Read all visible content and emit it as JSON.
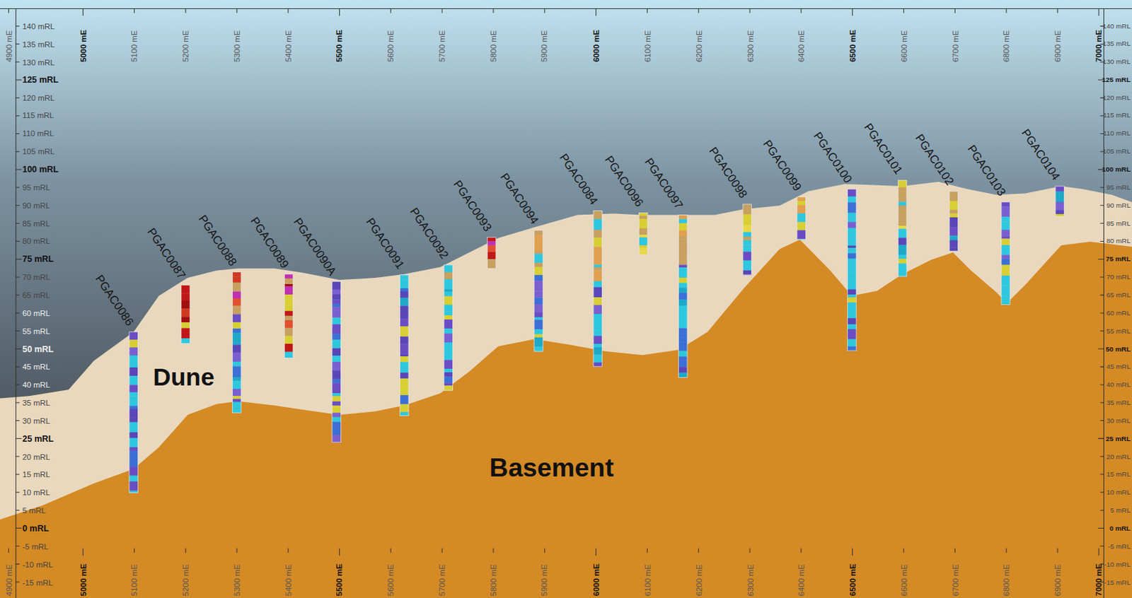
{
  "diagram": {
    "labels": [
      "4900 mE",
      "5000 mE",
      "5100 mE",
      "5200 mE",
      "5300 mE",
      "5400 mE",
      "5500 mE",
      "5600 mE",
      "5700 mE",
      "5800 mE",
      "5900 mE",
      "6000 mE",
      "6100 mE",
      "6200 mE",
      "6300 mE",
      "6400 mE",
      "6500 mE",
      "6600 mE",
      "6700 mE",
      "6800 mE",
      "6900 mE",
      "7000 mE",
      "140 mRL",
      "135 mRL",
      "130 mRL",
      "125 mRL",
      "120 mRL",
      "115 mRL",
      "110 mRL",
      "105 mRL",
      "100 mRL",
      "95 mRL",
      "90 mRL",
      "85 mRL",
      "80 mRL",
      "75 mRL",
      "70 mRL",
      "65 mRL",
      "60 mRL",
      "55 mRL",
      "50 mRL",
      "45 mRL",
      "40 mRL",
      "35 mRL",
      "30 mRL",
      "25 mRL",
      "20 mRL",
      "15 mRL",
      "10 mRL",
      "5 mRL",
      "0 mRL",
      "-5 mRL",
      "-10 mRL",
      "-15 mRL",
      "140 mRL",
      "135 mRL",
      "130 mRL",
      "125 mRL",
      "120 mRL",
      "115 mRL",
      "110 mRL",
      "105 mRL",
      "100 mRL",
      "95 mRL",
      "90 mRL",
      "85 mRL",
      "80 mRL",
      "75 mRL",
      "70 mRL",
      "65 mRL",
      "60 mRL",
      "55 mRL",
      "50 mRL",
      "45 mRL",
      "40 mRL",
      "35 mRL",
      "30 mRL",
      "25 mRL",
      "20 mRL",
      "15 mRL",
      "10 mRL",
      "5 mRL",
      "0 mRL",
      "-5 mRL",
      "-10 mRL",
      "-15 mRL",
      "PGAC0086",
      "PGAC0087",
      "PGAC0088",
      "PGAC0089",
      "PGAC0090A",
      "PGAC0091",
      "PGAC0092",
      "PGAC0093",
      "PGAC0094",
      "PGAC0084",
      "PGAC0096",
      "PGAC0097",
      "PGAC0098",
      "PGAC0099",
      "PGAC0100",
      "PGAC0101",
      "PGAC0102",
      "PGAC0103",
      "PGAC0104",
      "Dune",
      "Basement",
      "4900 mE",
      "5000 mE",
      "5100 mE",
      "5200 mE",
      "5300 mE",
      "5400 mE",
      "5500 mE",
      "5600 mE",
      "5700 mE",
      "5800 mE",
      "5900 mE",
      "6000 mE",
      "6100 mE",
      "6200 mE",
      "6300 mE",
      "6400 mE",
      "6500 mE",
      "6600 mE",
      "6700 mE",
      "6800 mE",
      "6900 mE",
      "7000 mE"
    ]
  }
}
